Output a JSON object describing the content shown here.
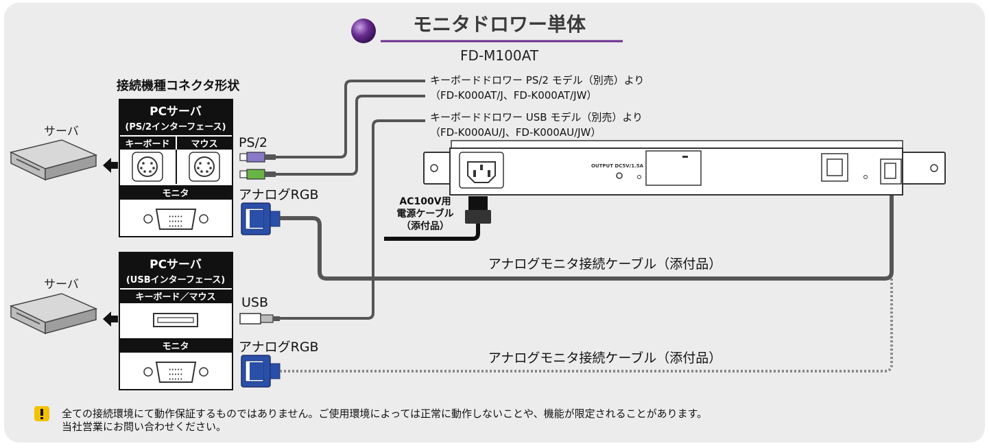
{
  "title": "モニタドロワー単体",
  "model": "FD-M100AT",
  "connector_heading": "接続機種コネクタ形状",
  "server_label_1": "サーバ",
  "server_label_2": "サーバ",
  "panel_ps2": {
    "title": "PCサーバ",
    "subtitle": "(PS/2インターフェース)",
    "keyboard_label": "キーボード",
    "mouse_label": "マウス",
    "monitor_label": "モニタ"
  },
  "panel_usb": {
    "title": "PCサーバ",
    "subtitle": "(USBインターフェース)",
    "kbmouse_label": "キーボード／マウス",
    "monitor_label": "モニタ"
  },
  "labels": {
    "ps2": "PS/2",
    "analog_rgb_1": "アナログRGB",
    "usb": "USB",
    "analog_rgb_2": "アナログRGB"
  },
  "notes": {
    "kb_ps2_line1": "キーボードドロワー PS/2 モデル（別売）より",
    "kb_ps2_line2": "（FD-K000AT/J、FD-K000AT/JW）",
    "kb_usb_line1": "キーボードドロワー USB モデル（別売）より",
    "kb_usb_line2": "（FD-K000AU/J、FD-K000AU/JW）"
  },
  "power_cable": {
    "line1": "AC100V用",
    "line2": "電源ケーブル",
    "line3": "（添付品）"
  },
  "device_output_label": "OUTPUT DC5V/1.5A",
  "cable_label_1": "アナログモニタ接続ケーブル（添付品）",
  "cable_label_2": "アナログモニタ接続ケーブル（添付品）",
  "warning": {
    "line1": "全ての接続環境にて動作保証するものではありません。ご使用環境によっては正常に動作しないことや、機能が限定されることがあります。",
    "line2": "当社営業にお問い合わせください。"
  },
  "colors": {
    "background": "#ececec",
    "accent_purple": "#6a2c91",
    "vga_blue": "#2a4fa8",
    "ps2_purple": "#8a78c8",
    "ps2_green": "#6ab446",
    "warning_yellow": "#f2c200"
  }
}
